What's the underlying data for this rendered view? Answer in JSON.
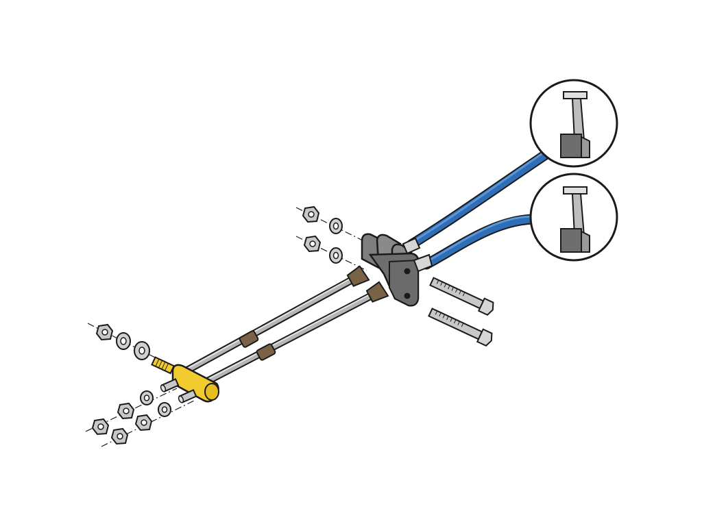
{
  "illustration": {
    "background": "#ffffff",
    "outline": "#1a1a1a",
    "colors": {
      "cable_blue": "#2f6db5",
      "cable_blue_light": "#5b97d8",
      "rod_gray": "#b5b5b5",
      "rod_highlight": "#dcdcdc",
      "metal_dark": "#6e6e6e",
      "ferrule_brown": "#7a6246",
      "yoke_yellow": "#f2cc2f",
      "callout_fill": "#ffffff"
    },
    "parts": [
      "control-lever-callout-upper",
      "control-lever-callout-lower",
      "blue-control-cable-upper",
      "blue-control-cable-lower",
      "cable-mounting-bracket",
      "push-pull-rod-upper",
      "push-pull-rod-lower",
      "yellow-connector-yoke",
      "mounting-bolts",
      "nuts-and-washers"
    ]
  }
}
